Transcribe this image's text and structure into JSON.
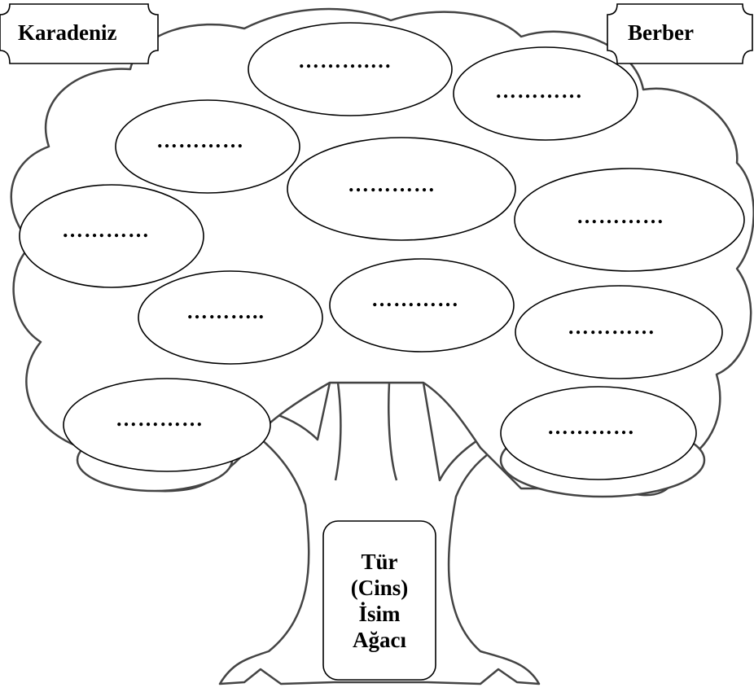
{
  "tags": {
    "left": "Karadeniz",
    "right": "Berber"
  },
  "bubbles": [
    "……….…",
    "…………",
    "…………",
    "…………",
    "…………",
    "…………",
    "………..",
    "…………",
    "…………",
    "…………",
    "…………"
  ],
  "trunk": {
    "line1": "Tür",
    "line2": "(Cins)",
    "line3": "İsim",
    "line4": "Ağacı"
  }
}
